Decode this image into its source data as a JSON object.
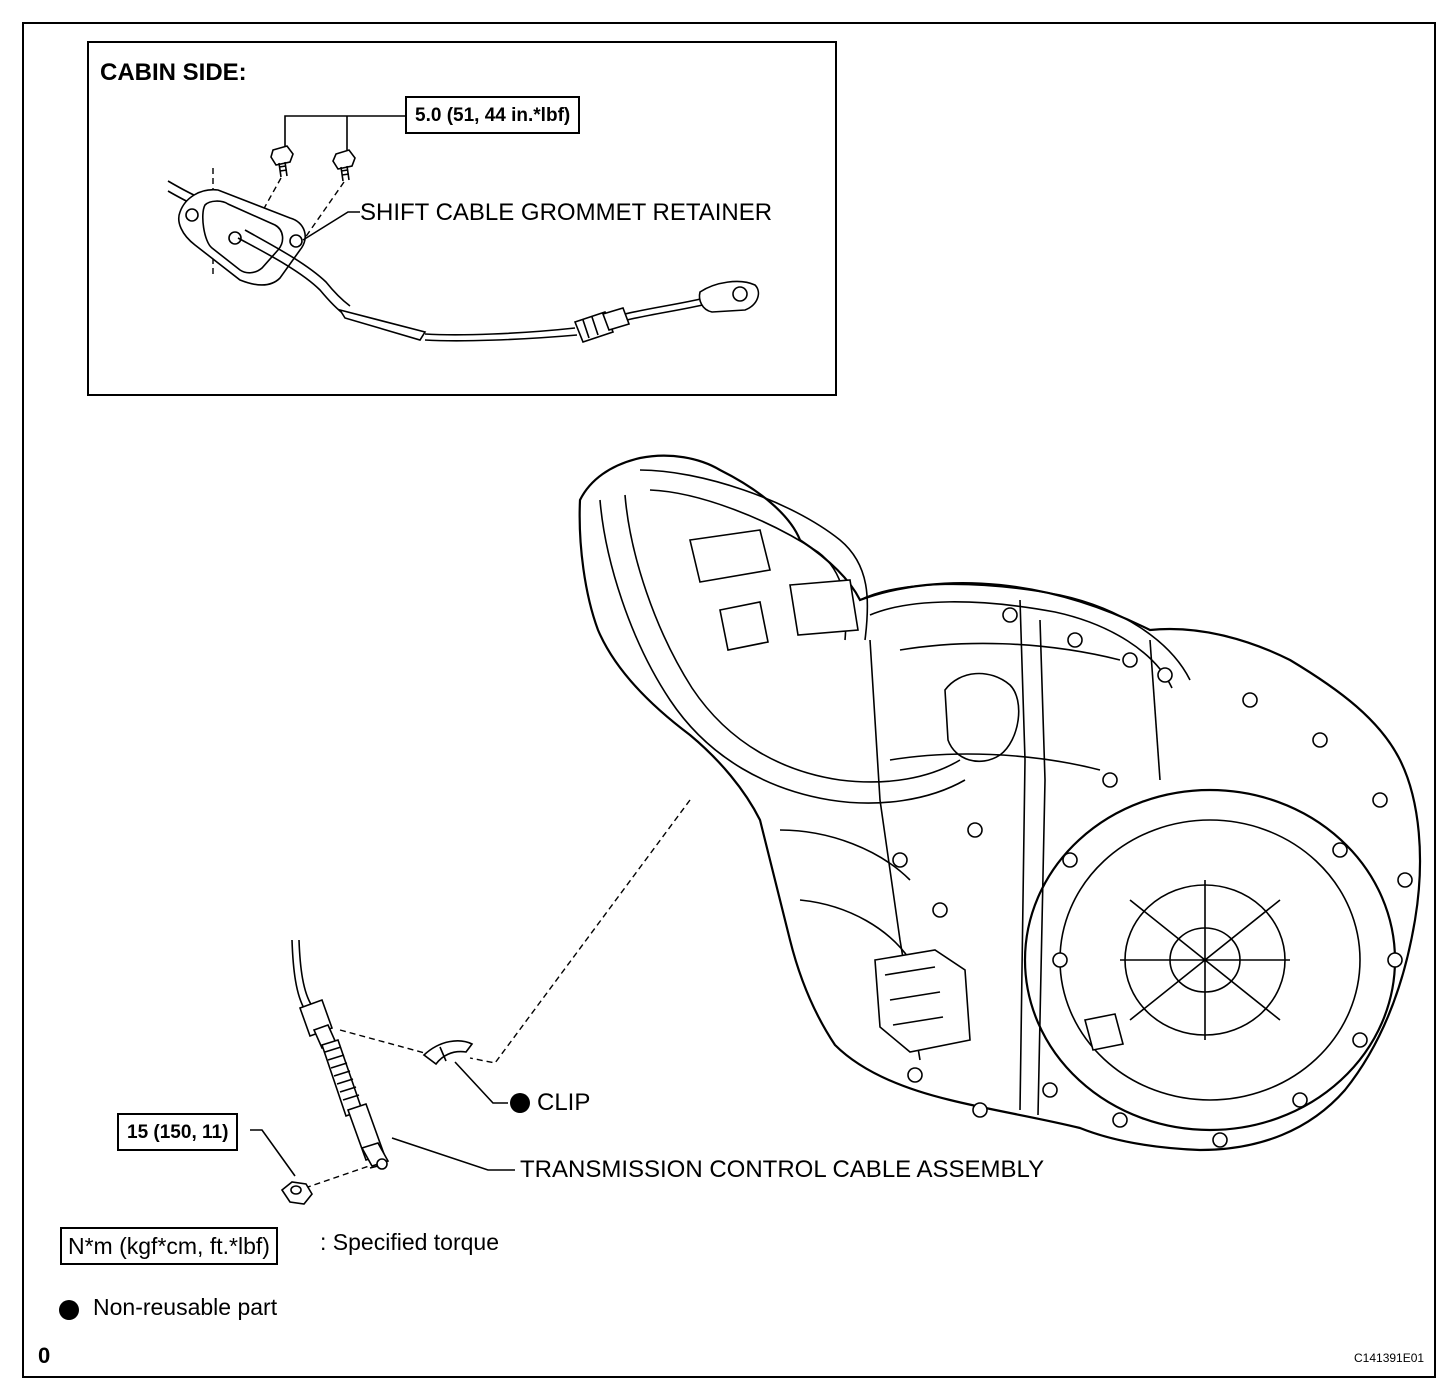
{
  "cabin": {
    "heading": "CABIN SIDE:",
    "torque": "5.0 (51, 44 in.*lbf)",
    "grommet_label": "SHIFT CABLE GROMMET RETAINER"
  },
  "main": {
    "clip_label": "CLIP",
    "cable_label": "TRANSMISSION CONTROL CABLE ASSEMBLY",
    "nut_torque": "15 (150, 11)"
  },
  "legend": {
    "torque_units": "N*m (kgf*cm, ft.*lbf)",
    "torque_desc": ": Specified torque",
    "nonreusable_desc": "Non-reusable part"
  },
  "footer": {
    "page_marker": "0",
    "figure_code": "C141391E01"
  }
}
